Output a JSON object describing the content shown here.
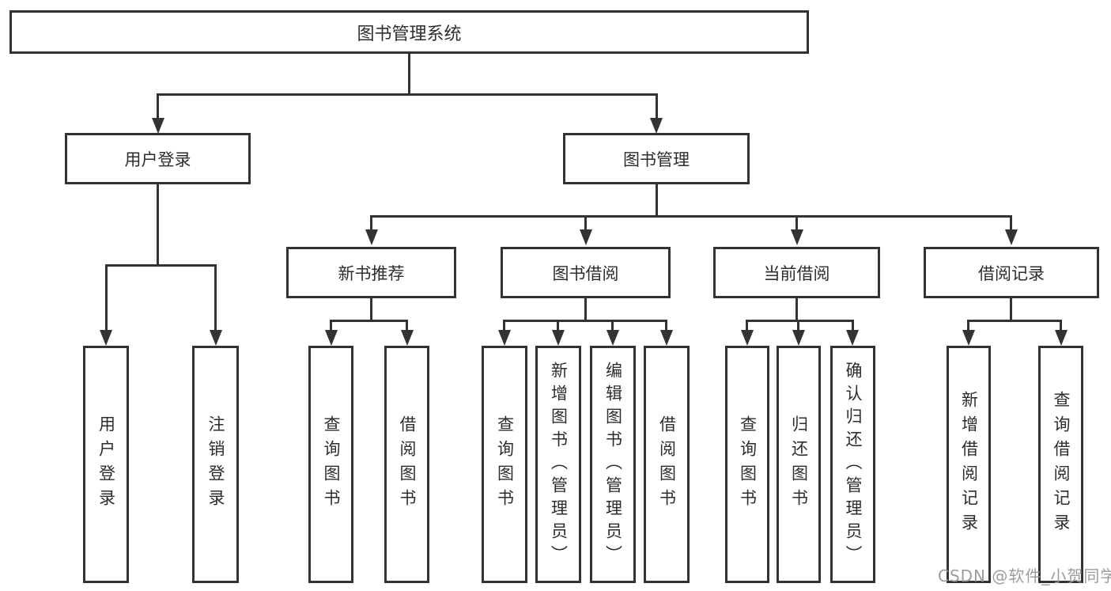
{
  "diagram": {
    "root": {
      "label": "图书管理系统"
    },
    "level2": [
      {
        "id": "user-login",
        "label": "用户登录",
        "children": [
          "用户登录",
          "注销登录"
        ]
      },
      {
        "id": "book-management",
        "label": "图书管理",
        "children": [
          {
            "id": "new-book-recommendation",
            "label": "新书推荐",
            "children": [
              "查询图书",
              "借阅图书"
            ]
          },
          {
            "id": "book-borrowing",
            "label": "图书借阅",
            "children": [
              "查询图书",
              "新增图书（管理员）",
              "编辑图书（管理员）",
              "借阅图书"
            ]
          },
          {
            "id": "current-borrowing",
            "label": "当前借阅",
            "children": [
              "查询图书",
              "归还图书",
              "确认归还（管理员）"
            ]
          },
          {
            "id": "borrowing-records",
            "label": "借阅记录",
            "children": [
              "新增借阅记录",
              "查询借阅记录"
            ]
          }
        ]
      }
    ]
  },
  "watermark": {
    "text": "CSDN @软件_小贺同学"
  },
  "colors": {
    "line": "#333333",
    "box_border": "#333333",
    "text": "#2d2d2d",
    "background": "#ffffff",
    "watermark": "#9c9c9c"
  }
}
